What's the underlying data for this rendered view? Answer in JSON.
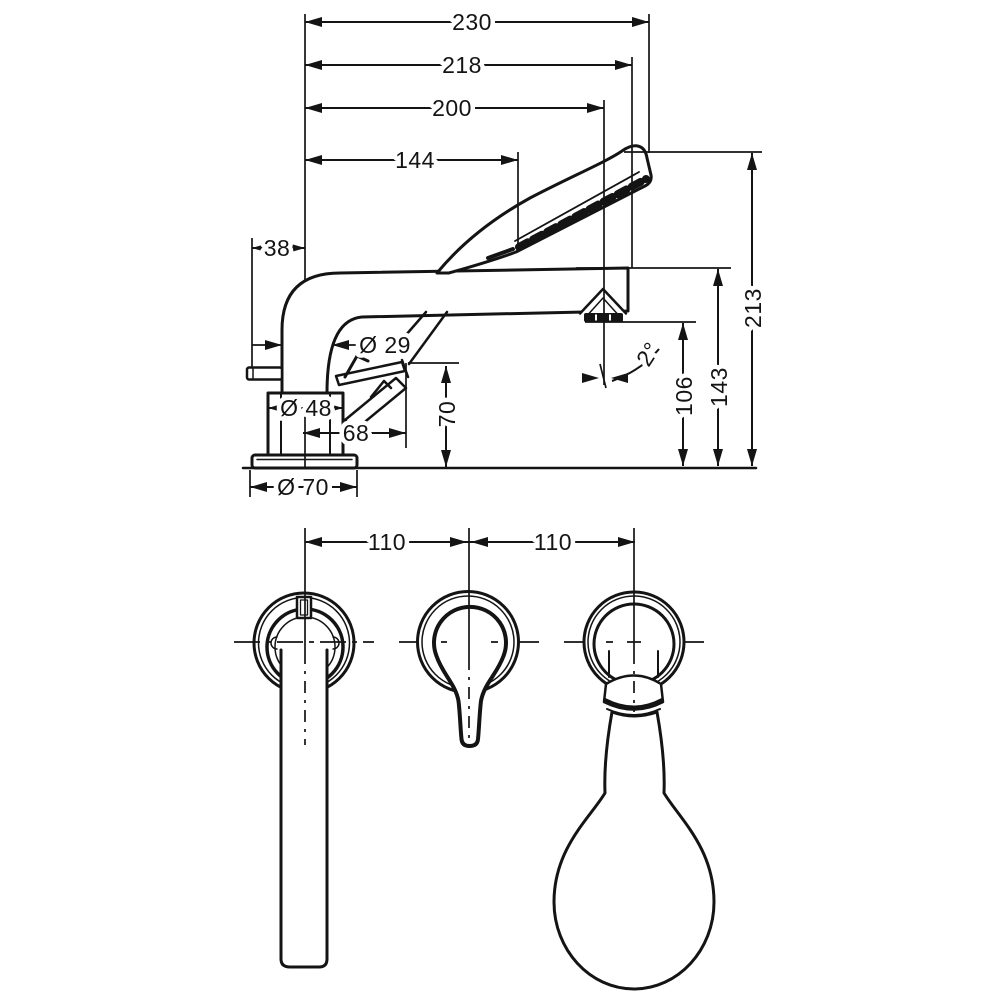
{
  "drawing": {
    "type": "faucet installation dimension drawing",
    "line_color": "#141414",
    "background": "#ffffff",
    "side_view": {
      "width_overall": "230",
      "width_to_spray_face": "218",
      "width_to_aerator": "200",
      "width_to_shower_support": "144",
      "rear_offset": "38",
      "spout_diameter": "Ø 29",
      "body_diameter": "Ø 48",
      "handle_offset": "68",
      "flange_diameter": "Ø 70",
      "handle_height": "70",
      "height_overall": "213",
      "height_spout": "143",
      "height_aerator": "106",
      "spout_angle": "2°"
    },
    "plan_view": {
      "hole_spacing_left": "110",
      "hole_spacing_right": "110"
    }
  }
}
